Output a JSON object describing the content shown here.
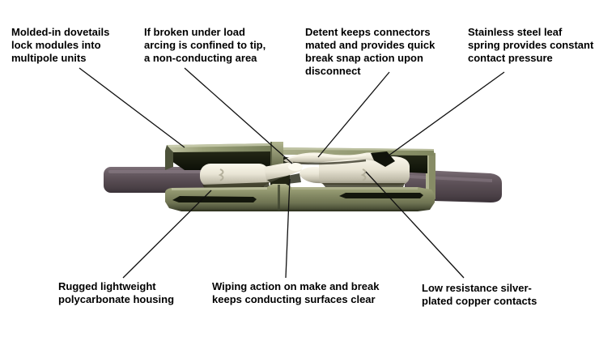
{
  "page": {
    "background": "#ffffff",
    "subject": "cutaway-connector-photo"
  },
  "callouts": [
    {
      "id": "molded-dovetails",
      "text": "Molded-in dovetails\nlock modules into\nmultipole units"
    },
    {
      "id": "arc-tip",
      "text": "If broken under load\narcing is confined to tip,\na non-conducting area"
    },
    {
      "id": "detent",
      "text": "Detent keeps connectors\nmated and provides quick\nbreak snap action upon\ndisconnect"
    },
    {
      "id": "leaf-spring",
      "text": "Stainless steel leaf\nspring provides constant\ncontact pressure"
    },
    {
      "id": "housing",
      "text": "Rugged lightweight\npolycarbonate housing"
    },
    {
      "id": "wiping-action",
      "text": "Wiping action on make and break\nkeeps conducting surfaces clear"
    },
    {
      "id": "copper-contacts",
      "text": "Low resistance silver-\nplated copper contacts"
    }
  ],
  "colors": {
    "text": "#000000",
    "leader_line": "#101010",
    "housing_green": "#868b66",
    "housing_highlight": "#b6b995",
    "housing_shadow": "#272a18",
    "cavity_dark": "#13160c",
    "cable_purple": "#594d54",
    "contact_silver": "#e8e4d4",
    "background": "#ffffff"
  }
}
